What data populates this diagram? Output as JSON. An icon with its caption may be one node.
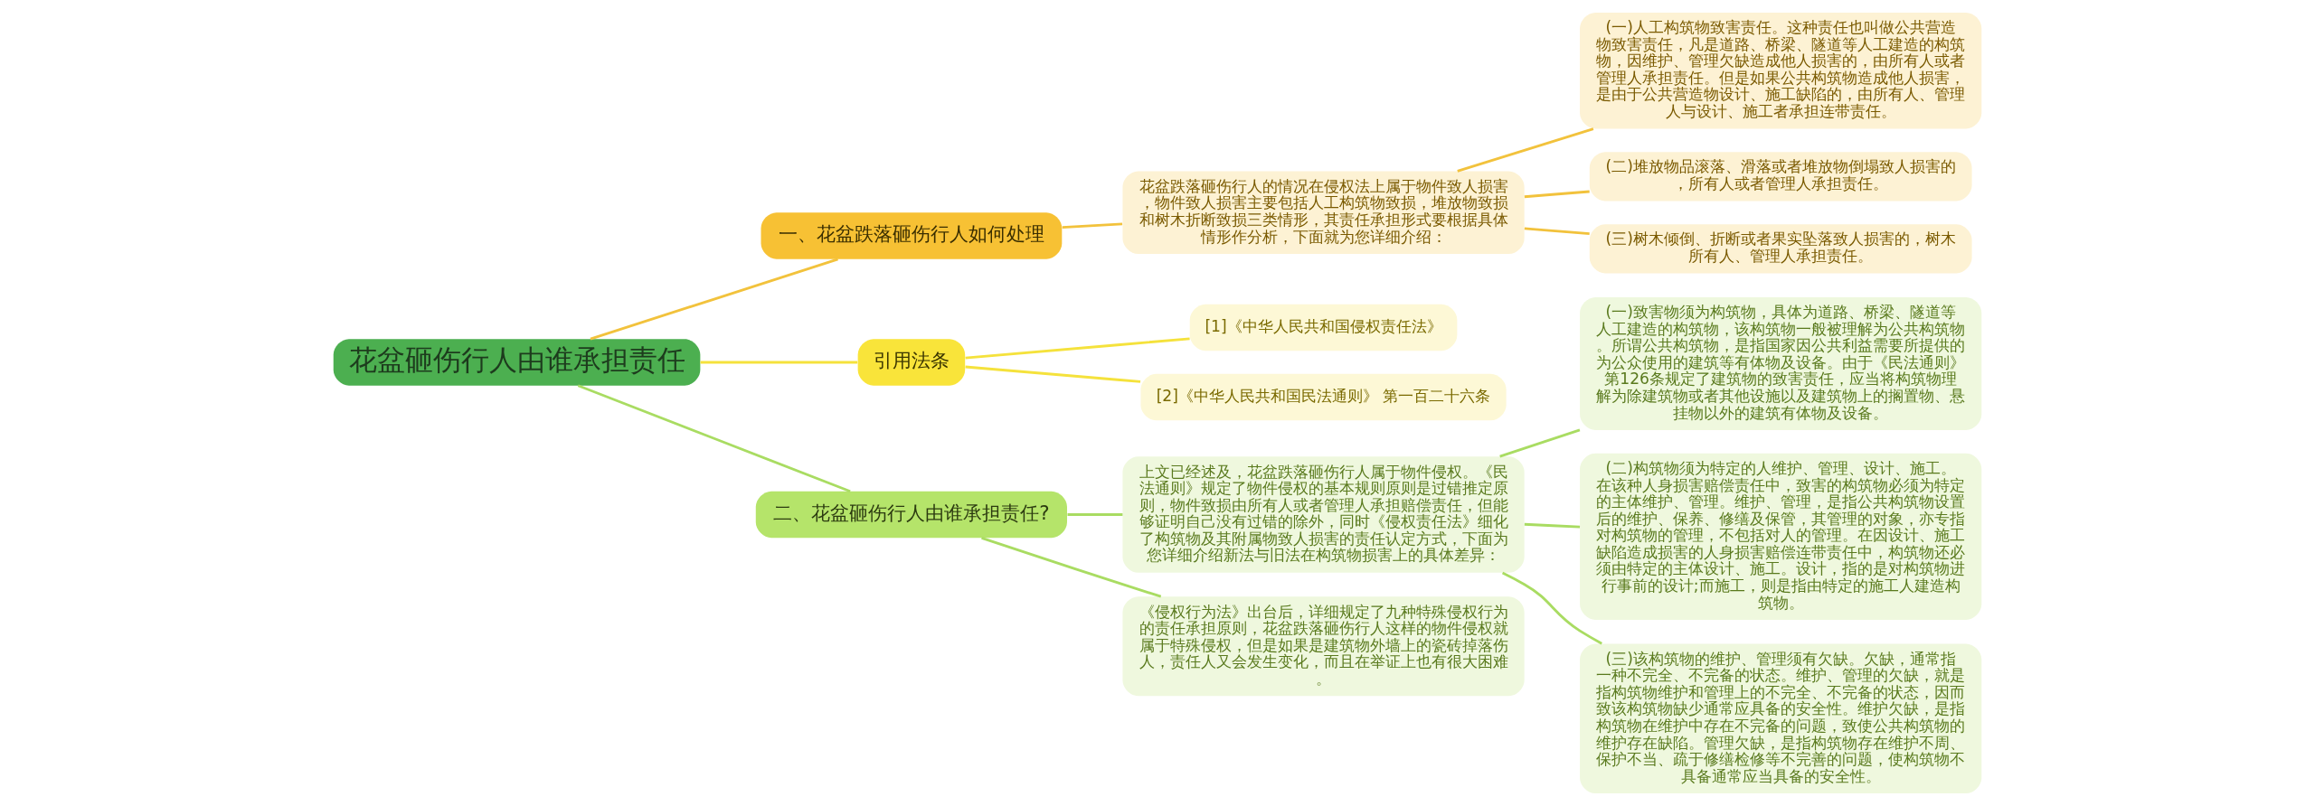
{
  "diagram": {
    "nodes": [
      {
        "text": [
          "花盆砸伤行人由谁承担责任"
        ]
      },
      {
        "text": [
          "一、花盆跌落砸伤行人如何处理"
        ]
      },
      {
        "text": [
          "花盆跌落砸伤行人的情况在侵权法上属于物件致人损害，物件致人损害主要包括人工构筑物致损，堆放物致损和树木折断致损三类情形，其责任承担形式要根据具体情形作分析，下面就为您详细介绍："
        ]
      },
      {
        "text": [
          "(一)人工构筑物致害责任。这种责任也叫做公共营造物致害责任，凡是道路、桥梁、隧道等人工建造的构筑物，因维护、管理欠缺造成他人损害的，由所有人或者管理人承担责任。但是如果公共构筑物造成他人损害，是由于公共营造物设计、施工缺陷的，由所有人、管理人与设计、施工者承担连带责任。"
        ]
      },
      {
        "text": [
          "(二)堆放物品滚落、滑落或者堆放物倒塌致人损害的，所有人或者管理人承担责任。"
        ]
      },
      {
        "text": [
          "(三)树木倾倒、折断或者果实坠落致人损害的，树木所有人、管理人承担责任。"
        ]
      },
      {
        "text": [
          "引用法条"
        ]
      },
      {
        "text": [
          "[1]《中华人民共和国侵权责任法》"
        ]
      },
      {
        "text": [
          "[2]《中华人民共和国民法通则》 第一百二十六条"
        ]
      },
      {
        "text": [
          "二、花盆砸伤行人由谁承担责任?"
        ]
      },
      {
        "text": [
          "上文已经述及，花盆跌落砸伤行人属于物件侵权。《民法通则》规定了物件侵权的基本规则原则是过错推定原则，物件致损由所有人或者管理人承担赔偿责任，但能够证明自己没有过错的除外，同时《侵权责任法》细化了构筑物及其附属物致人损害的责任认定方式，下面为您详细介绍新法与旧法在构筑物损害上的具体差异："
        ]
      },
      {
        "text": [
          "(一)致害物须为构筑物，具体为道路、桥梁、隧道等人工建造的构筑物，该构筑物一般被理解为公共构筑物。所谓公共构筑物，是指国家因公共利益需要所提供的为公众使用的建筑等有体物及设备。由于《民法通则》第126条规定了建筑物的致害责任，应当将构筑物理解为除建筑物或者其他设施以及建筑物上的搁置物、悬挂物以外的建筑有体物及设备。"
        ]
      },
      {
        "text": [
          "(二)构筑物须为特定的人维护、管理、设计、施工。在该种人身损害赔偿责任中，致害的构筑物必须为特定的主体维护、管理。维护、管理，是指公共构筑物设置后的维护、保养、修缮及保管，其管理的对象，亦专指对构筑物的管理，不包括对人的管理。在因设计、施工缺陷造成损害的人身损害赔偿连带责任中，构筑物还必须由特定的主体设计、施工。设计，指的是对构筑物进行事前的设计;而施工，则是指由特定的施工人建造构筑物。"
        ]
      },
      {
        "text": [
          "(三)该构筑物的维护、管理须有欠缺。欠缺，通常指一种不完全、不完备的状态。维护、管理的欠缺，就是指构筑物维护和管理上的不完全、不完备的状态，因而致该构筑物缺少通常应具备的安全性。维护欠缺，是指构筑物在维护中存在不完备的问题，致使公共构筑物的维护存在缺陷。管理欠缺，是指构筑物存在维护不周、保护不当、疏于修缮检修等不完善的问题，使构筑物不具备通常应当具备的安全性。"
        ]
      },
      {
        "text": [
          "《侵权行为法》出台后，详细规定了九种特殊侵权行为的责任承担原则，花盆跌落砸伤行人这样的物件侵权就属于特殊侵权，但是如果是建筑物外墙上的瓷砖掉落伤人，责任人又会发生变化，而且在举证上也有很大困难。"
        ]
      }
    ],
    "edges": [
      {
        "from": 0,
        "to": 1,
        "arrow": "none",
        "color": "#f2c23c"
      },
      {
        "from": 1,
        "to": 2,
        "arrow": "none",
        "color": "#f2c23c"
      },
      {
        "from": 2,
        "to": 3,
        "arrow": "none",
        "color": "#f2c23c"
      },
      {
        "from": 2,
        "to": 4,
        "arrow": "none",
        "color": "#f2c23c"
      },
      {
        "from": 2,
        "to": 5,
        "arrow": "none",
        "color": "#f2c23c"
      },
      {
        "from": 0,
        "to": 6,
        "arrow": "none",
        "color": "#f5e23c"
      },
      {
        "from": 6,
        "to": 7,
        "arrow": "none",
        "color": "#f5e23c"
      },
      {
        "from": 6,
        "to": 8,
        "arrow": "none",
        "color": "#f5e23c"
      },
      {
        "from": 0,
        "to": 9,
        "arrow": "none",
        "color": "#a9dc62"
      },
      {
        "from": 9,
        "to": 10,
        "arrow": "none",
        "color": "#a9dc62"
      },
      {
        "from": 10,
        "to": 11,
        "arrow": "none",
        "color": "#a9dc62"
      },
      {
        "from": 10,
        "to": 12,
        "arrow": "none",
        "color": "#a9dc62"
      },
      {
        "from": 10,
        "to": 13,
        "arrow": "none",
        "color": "#a9dc62"
      },
      {
        "from": 9,
        "to": 14,
        "arrow": "none",
        "color": "#a9dc62"
      }
    ]
  }
}
